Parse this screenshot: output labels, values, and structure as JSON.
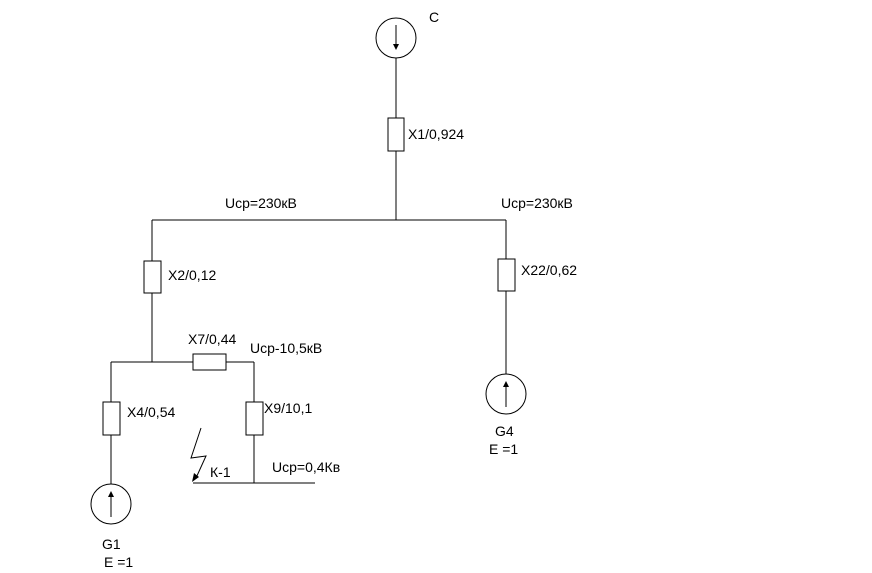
{
  "sources": {
    "system": {
      "label": "C"
    },
    "g1": {
      "label": "G1",
      "emf": "E =1"
    },
    "g4": {
      "label": "G4",
      "emf": "E =1"
    }
  },
  "reactances": {
    "x1": "X1/0,924",
    "x2": "X2/0,12",
    "x22": "X22/0,62",
    "x7": "X7/0,44",
    "x4": "X4/0,54",
    "x9": "X9/10,1"
  },
  "voltages": {
    "bus_left": "Uср=230кВ",
    "bus_right": "Uср=230кВ",
    "bus_10kv": "Uср-10,5кВ",
    "bus_04kv": "Uср=0,4Кв"
  },
  "fault": {
    "label": "К-1"
  }
}
